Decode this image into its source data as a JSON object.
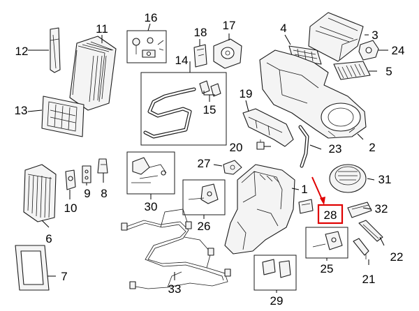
{
  "diagram": {
    "callouts": {
      "c1": "1",
      "c2": "2",
      "c3": "3",
      "c4": "4",
      "c5": "5",
      "c6": "6",
      "c7": "7",
      "c8": "8",
      "c9": "9",
      "c10": "10",
      "c11": "11",
      "c12": "12",
      "c13": "13",
      "c14": "14",
      "c15": "15",
      "c16": "16",
      "c17": "17",
      "c18": "18",
      "c19": "19",
      "c20": "20",
      "c21": "21",
      "c22": "22",
      "c23": "23",
      "c24": "24",
      "c25": "25",
      "c26": "26",
      "c27": "27",
      "c28": "28",
      "c29": "29",
      "c30": "30",
      "c31": "31",
      "c32": "32",
      "c33": "33"
    },
    "highlighted_callout": "28",
    "colors": {
      "highlight": "#e00000",
      "line": "#000000",
      "background": "#ffffff"
    }
  }
}
